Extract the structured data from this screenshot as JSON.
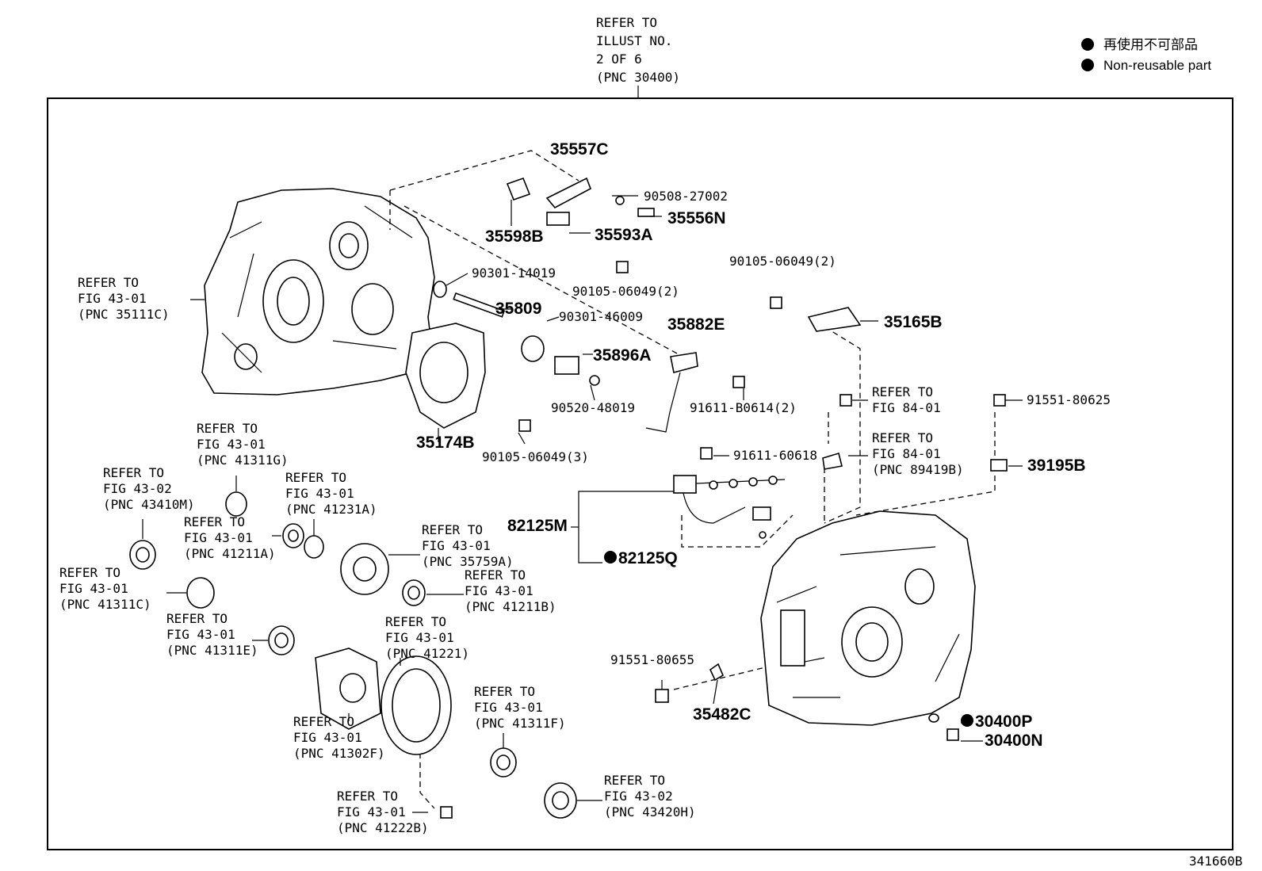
{
  "top_ref": [
    "REFER TO",
    "ILLUST NO.",
    "2 OF 6",
    "(PNC 30400)"
  ],
  "legend": [
    {
      "text": "再使用不可部品",
      "icon": "filled-dot-icon"
    },
    {
      "text": "Non-reusable part",
      "icon": "filled-dot-icon"
    }
  ],
  "figure_code": "341660B",
  "callouts": [
    {
      "id": "c-35557C",
      "text": "35557C",
      "big": true
    },
    {
      "id": "c-90508",
      "text": "90508-27002"
    },
    {
      "id": "c-35556N",
      "text": "35556N",
      "big": true
    },
    {
      "id": "c-35598B",
      "text": "35598B",
      "big": true
    },
    {
      "id": "c-35593A",
      "text": "35593A",
      "big": true
    },
    {
      "id": "c-90105a",
      "text": "90105-06049(2)"
    },
    {
      "id": "c-90105b",
      "text": "90105-06049(2)"
    },
    {
      "id": "c-35165B",
      "text": "35165B",
      "big": true
    },
    {
      "id": "c-90301a",
      "text": "90301-14019"
    },
    {
      "id": "c-35809",
      "text": "35809",
      "big": true
    },
    {
      "id": "c-90301b",
      "text": "90301-46009"
    },
    {
      "id": "c-35882E",
      "text": "35882E",
      "big": true
    },
    {
      "id": "c-35896A",
      "text": "35896A",
      "big": true
    },
    {
      "id": "c-90520",
      "text": "90520-48019"
    },
    {
      "id": "c-91611a",
      "text": "91611-B0614(2)"
    },
    {
      "id": "c-35174B",
      "text": "35174B",
      "big": true
    },
    {
      "id": "c-90105c",
      "text": "90105-06049(3)"
    },
    {
      "id": "c-91611b",
      "text": "91611-60618"
    },
    {
      "id": "c-91551a",
      "text": "91551-80625"
    },
    {
      "id": "c-39195B",
      "text": "39195B",
      "big": true
    },
    {
      "id": "c-82125M",
      "text": "82125M",
      "big": true
    },
    {
      "id": "c-82125Q",
      "text": "82125Q",
      "big": true,
      "dot": true
    },
    {
      "id": "c-91551b",
      "text": "91551-80655"
    },
    {
      "id": "c-35482C",
      "text": "35482C",
      "big": true
    },
    {
      "id": "c-30400P",
      "text": "30400P",
      "big": true,
      "dot": true
    },
    {
      "id": "c-30400N",
      "text": "30400N",
      "big": true
    }
  ],
  "refs": [
    {
      "id": "r-35111C",
      "lines": [
        "REFER TO",
        "FIG 43-01",
        "(PNC 35111C)"
      ]
    },
    {
      "id": "r-84-01a",
      "lines": [
        "REFER TO",
        "FIG 84-01"
      ]
    },
    {
      "id": "r-89419B",
      "lines": [
        "REFER TO",
        "FIG 84-01",
        "(PNC 89419B)"
      ]
    },
    {
      "id": "r-41311G",
      "lines": [
        "REFER TO",
        "FIG 43-01",
        "(PNC 41311G)"
      ]
    },
    {
      "id": "r-43410M",
      "lines": [
        "REFER TO",
        "FIG 43-02",
        "(PNC 43410M)"
      ]
    },
    {
      "id": "r-41231A",
      "lines": [
        "REFER TO",
        "FIG 43-01",
        "(PNC 41231A)"
      ]
    },
    {
      "id": "r-41211A",
      "lines": [
        "REFER TO",
        "FIG 43-01",
        "(PNC 41211A)"
      ]
    },
    {
      "id": "r-35759A",
      "lines": [
        "REFER TO",
        "FIG 43-01",
        "(PNC 35759A)"
      ]
    },
    {
      "id": "r-41311C",
      "lines": [
        "REFER TO",
        "FIG 43-01",
        "(PNC 41311C)"
      ]
    },
    {
      "id": "r-41211B",
      "lines": [
        "REFER TO",
        "FIG 43-01",
        "(PNC 41211B)"
      ]
    },
    {
      "id": "r-41311E",
      "lines": [
        "REFER TO",
        "FIG 43-01",
        "(PNC 41311E)"
      ]
    },
    {
      "id": "r-41221",
      "lines": [
        "REFER TO",
        "FIG 43-01",
        "(PNC 41221)"
      ]
    },
    {
      "id": "r-41311F",
      "lines": [
        "REFER TO",
        "FIG 43-01",
        "(PNC 41311F)"
      ]
    },
    {
      "id": "r-41302F",
      "lines": [
        "REFER TO",
        "FIG 43-01",
        "(PNC 41302F)"
      ]
    },
    {
      "id": "r-41222B",
      "lines": [
        "REFER TO",
        "FIG 43-01",
        "(PNC 41222B)"
      ]
    },
    {
      "id": "r-43420H",
      "lines": [
        "REFER TO",
        "FIG 43-02",
        "(PNC 43420H)"
      ]
    }
  ]
}
